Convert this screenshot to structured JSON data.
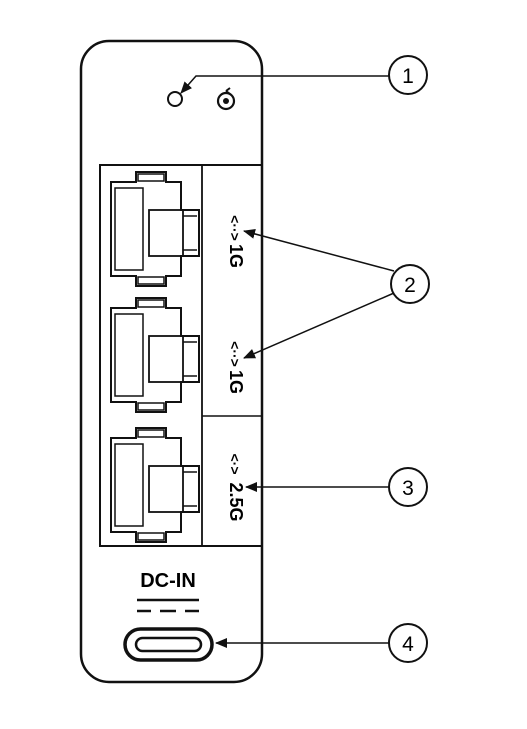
{
  "ports": [
    {
      "speed": "1G"
    },
    {
      "speed": "1G"
    },
    {
      "speed": "2.5G"
    }
  ],
  "power_label": "DC-IN",
  "callouts": [
    {
      "number": "1"
    },
    {
      "number": "2"
    },
    {
      "number": "3"
    },
    {
      "number": "4"
    }
  ]
}
